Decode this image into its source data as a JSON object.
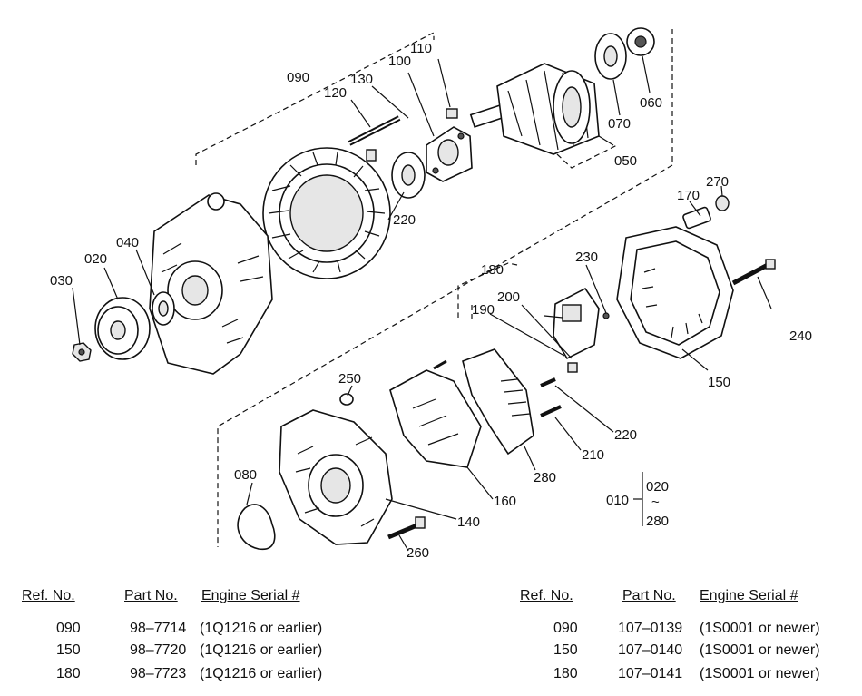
{
  "callouts": {
    "c010": "010",
    "c020": "020",
    "c030": "030",
    "c040": "040",
    "c050": "050",
    "c060": "060",
    "c070": "070",
    "c080": "080",
    "c090": "090",
    "c100": "100",
    "c110": "110",
    "c120": "120",
    "c130": "130",
    "c140": "140",
    "c150": "150",
    "c160": "160",
    "c170": "170",
    "c180": "180",
    "c190": "190",
    "c200": "200",
    "c210": "210",
    "c220a": "220",
    "c220b": "220",
    "c230": "230",
    "c240": "240",
    "c250": "250",
    "c260": "260",
    "c270": "270",
    "c280": "280",
    "range_from": "020",
    "range_to": "280",
    "range_tilde": "~"
  },
  "tables": {
    "headers": {
      "ref": "Ref. No.",
      "part": "Part No.",
      "serial": "Engine Serial #"
    },
    "left": [
      {
        "ref": "090",
        "part": "98–7714",
        "serial": "(1Q1216 or earlier)"
      },
      {
        "ref": "150",
        "part": "98–7720",
        "serial": "(1Q1216 or earlier)"
      },
      {
        "ref": "180",
        "part": "98–7723",
        "serial": "(1Q1216 or earlier)"
      }
    ],
    "right": [
      {
        "ref": "090",
        "part": "107–0139",
        "serial": "(1S0001 or newer)"
      },
      {
        "ref": "150",
        "part": "107–0140",
        "serial": "(1S0001 or newer)"
      },
      {
        "ref": "180",
        "part": "107–0141",
        "serial": "(1S0001 or newer)"
      }
    ]
  }
}
